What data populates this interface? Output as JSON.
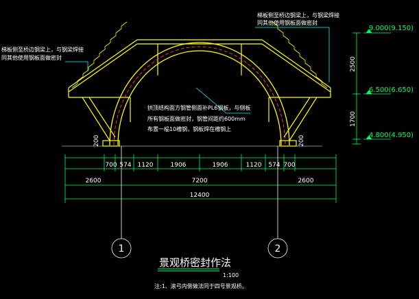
{
  "drawing": {
    "title": "景观桥密封作法",
    "scale": "1:100",
    "note": "注:1、滚弓内侧做法同于四号景观桥。",
    "axis_labels": [
      "1",
      "2"
    ]
  },
  "annotations": {
    "top_right_1": "梯板侧至桥边钢梁上，与钢梁焊接",
    "top_right_2": "同其他使用钢板面做密封",
    "left_1": "梯板侧至桥边钢梁上，与钢梁焊接",
    "left_2": "同其他使用钢板面做密封",
    "center_1": "拱顶结构面方钢管侧面补PL6钢板，与侧板",
    "center_2": "所有钢板面做密封，钢管间距约600mm",
    "center_3": "布置一榀10槽钢，钢板焊在槽钢上"
  },
  "elevations": {
    "top": "9.000(9.150)",
    "mid": "6.500(6.650)",
    "bottom": "4.800(4.950)"
  },
  "vertical_dims": {
    "upper": "2500",
    "lower": "1700",
    "base": "200"
  },
  "dims_row1": [
    "700",
    "574",
    "1120",
    "1906",
    "1906",
    "1120",
    "574",
    "700"
  ],
  "dims_row2": [
    "2600",
    "7200",
    "2600"
  ],
  "dims_row3": [
    "12400"
  ],
  "colors": {
    "structure": "#ffff00",
    "dimension": "#00ff66",
    "text": "#ffffff",
    "leader": "#00ffff",
    "hidden": "#ff3333"
  }
}
